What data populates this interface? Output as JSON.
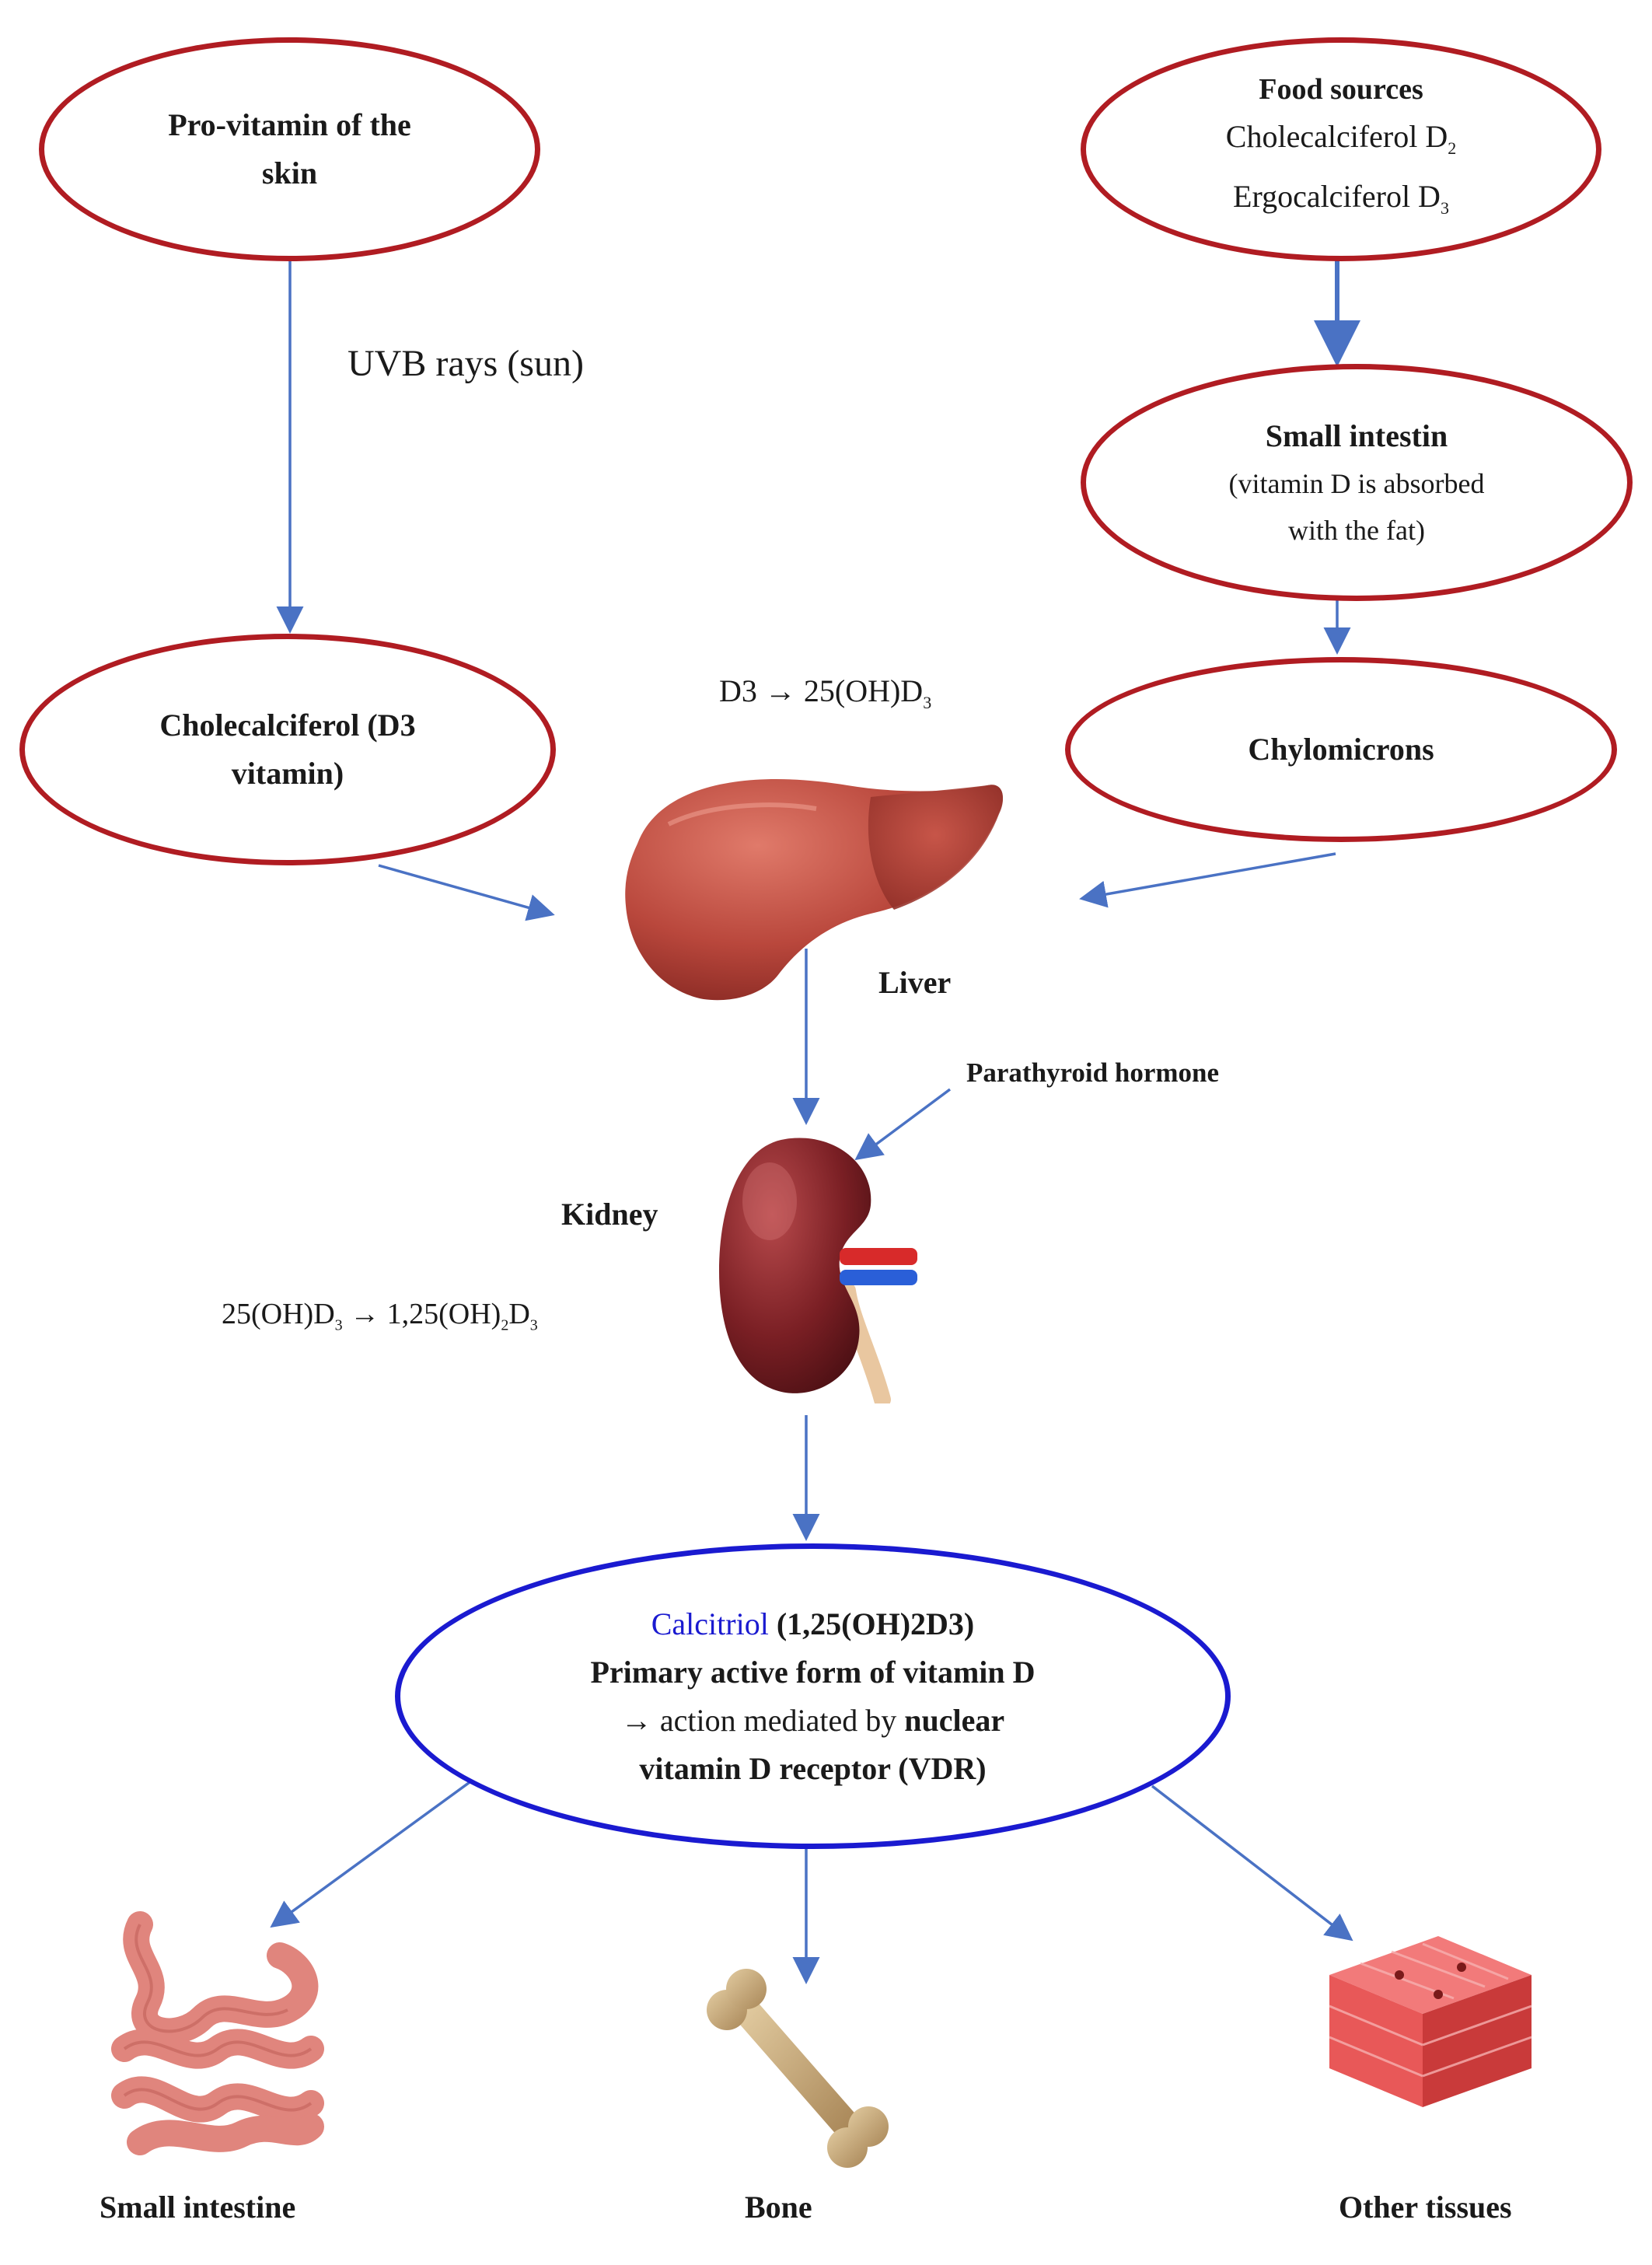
{
  "nodes": {
    "provitamin": {
      "line1": "Pro-vitamin of the",
      "line2": "skin"
    },
    "food": {
      "title": "Food sources",
      "line1": "Cholecalciferol D",
      "sub1": "2",
      "line2": "Ergocalciferol D",
      "sub2": "3"
    },
    "small_intestin": {
      "title": "Small intestin",
      "line1": "(vitamin D is absorbed",
      "line2": "with the fat)"
    },
    "cholecalciferol": {
      "line1": "Cholecalciferol (D3",
      "line2": "vitamin)"
    },
    "chylomicrons": {
      "label": "Chylomicrons"
    },
    "calcitriol": {
      "word": "Calcitriol",
      "formula": " (1,25(OH)2D3)",
      "line2": "Primary active form of vitamin D",
      "line3_arrow": "→",
      "line3_text": " action mediated by ",
      "line3_bold": "nuclear",
      "line4": "vitamin D receptor (VDR)"
    }
  },
  "labels": {
    "uvb": "UVB rays (sun)",
    "liver_conv_a": "D3 → 25(OH)D",
    "liver_conv_sub": "3",
    "liver": "Liver",
    "parathyroid": "Parathyroid hormone",
    "kidney": "Kidney",
    "kidney_conv_a": "25(OH)D",
    "kidney_conv_sub1": "3",
    "kidney_conv_b": " → 1,25(OH)",
    "kidney_conv_sub2": "2",
    "kidney_conv_c": "D",
    "kidney_conv_sub3": "3",
    "target_intestine": "Small intestine",
    "target_bone": "Bone",
    "target_tissues": "Other tissues"
  },
  "colors": {
    "node_border": "#b01c22",
    "calcitriol_border": "#1a1ad0",
    "arrow": "#4a72c4",
    "liver": "#b9473c",
    "kidney": "#7a1f24",
    "intestine": "#e0857d",
    "bone": "#c8a877",
    "tissue": "#e85858"
  },
  "icons": [
    "liver-icon",
    "kidney-icon",
    "small-intestine-icon",
    "bone-icon",
    "tissue-icon"
  ]
}
